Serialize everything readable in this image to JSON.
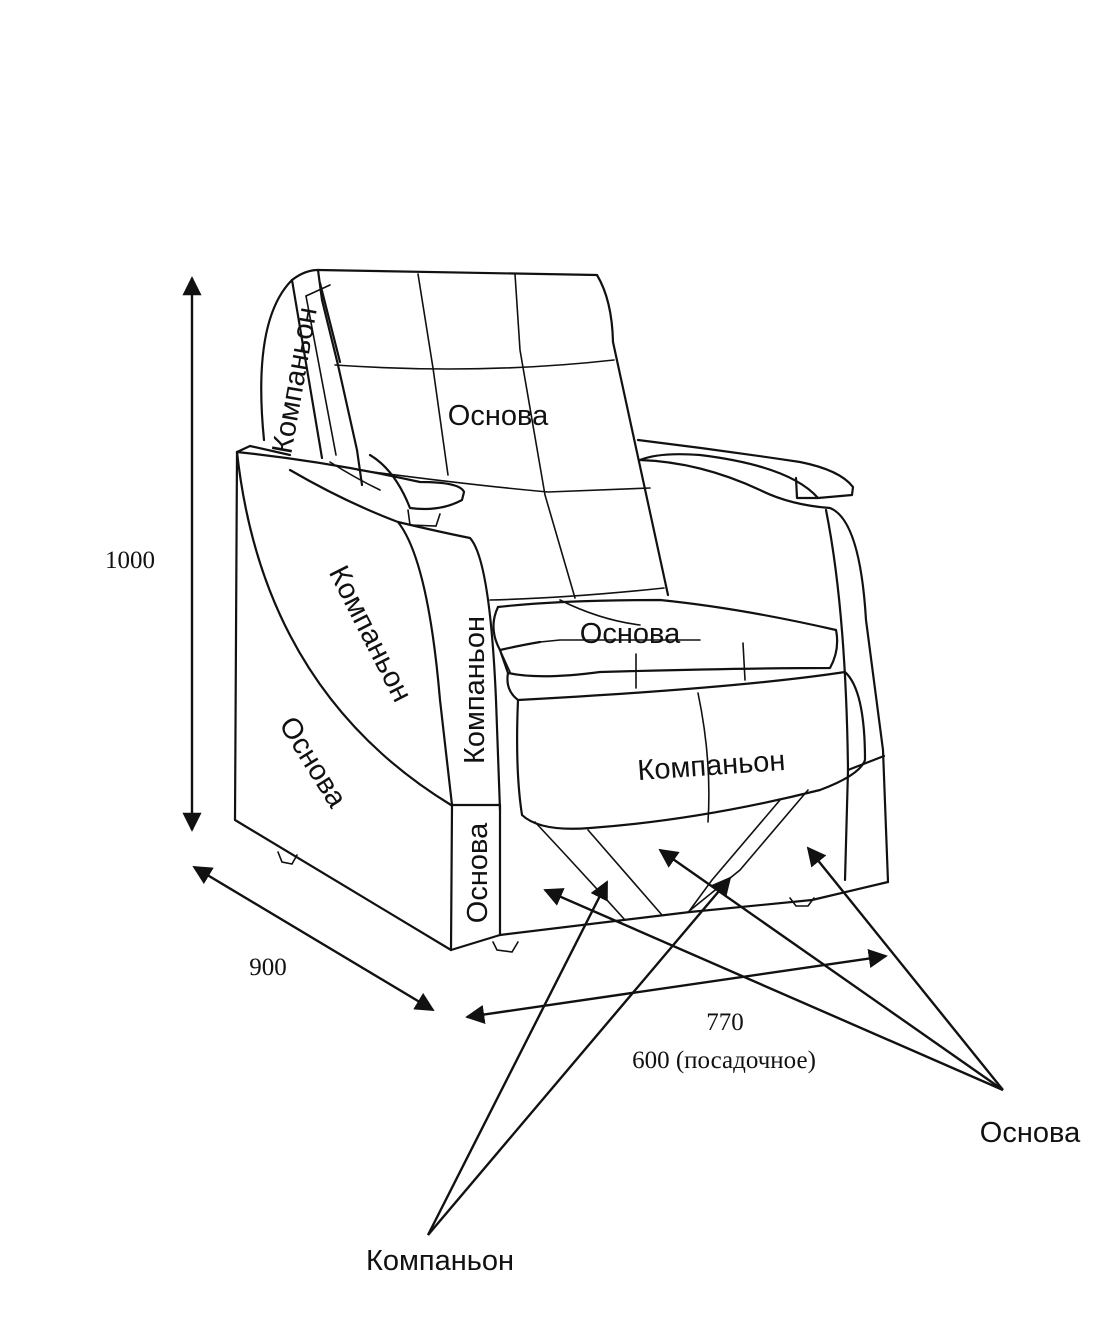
{
  "colors": {
    "line": "#111111",
    "background": "#ffffff"
  },
  "parts": {
    "back_main": "Основа",
    "back_side": "Компаньон",
    "arm_inner": "Компаньон",
    "side_base": "Основа",
    "arm_front": "Компаньон",
    "front_base": "Основа",
    "seat_top": "Основа",
    "seat_front": "Компаньон"
  },
  "dimensions": {
    "height": "1000",
    "depth": "900",
    "width": "770",
    "seat_width": "600 (посадочное)"
  },
  "callouts": {
    "base": "Основа",
    "companion": "Компаньон"
  }
}
